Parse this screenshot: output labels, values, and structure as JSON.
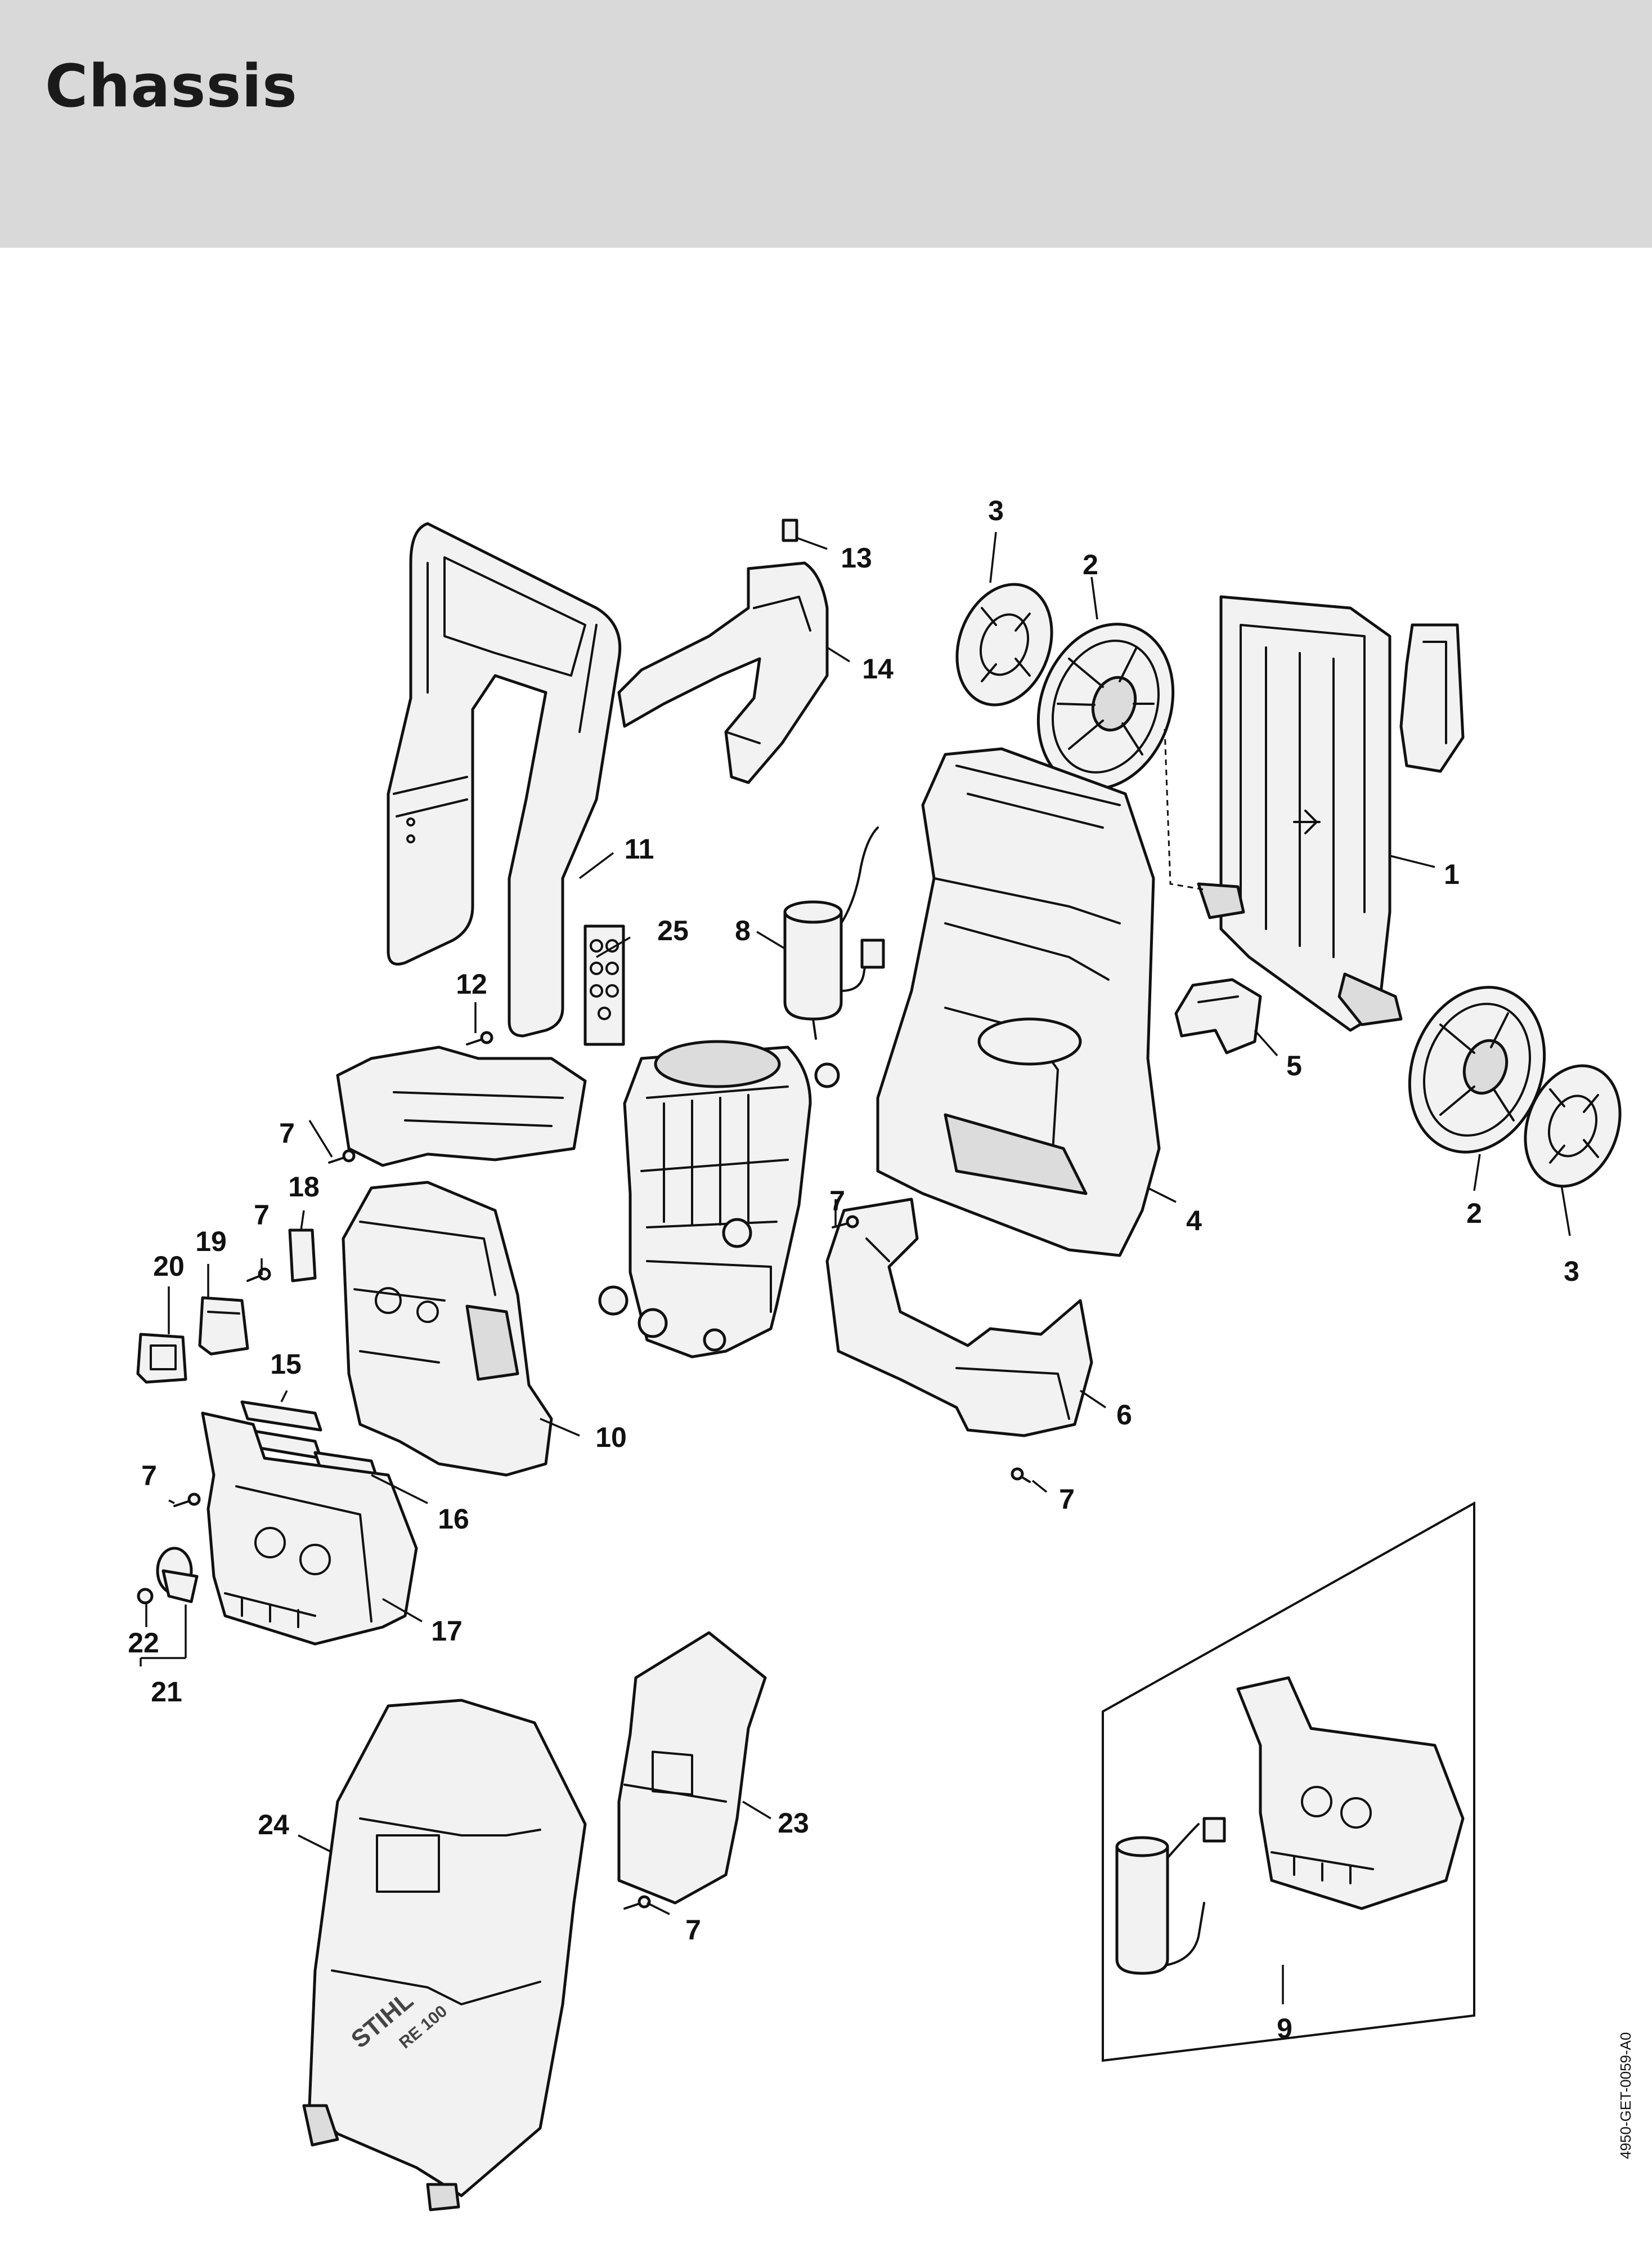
{
  "page": {
    "title": "Chassis",
    "doc_number": "4950-GET-0059-A0"
  },
  "diagram": {
    "callouts": [
      {
        "id": "c1",
        "label": "1"
      },
      {
        "id": "c2a",
        "label": "2"
      },
      {
        "id": "c2b",
        "label": "2"
      },
      {
        "id": "c3a",
        "label": "3"
      },
      {
        "id": "c3b",
        "label": "3"
      },
      {
        "id": "c4",
        "label": "4"
      },
      {
        "id": "c5",
        "label": "5"
      },
      {
        "id": "c6",
        "label": "6"
      },
      {
        "id": "c7a",
        "label": "7"
      },
      {
        "id": "c7b",
        "label": "7"
      },
      {
        "id": "c7c",
        "label": "7"
      },
      {
        "id": "c7d",
        "label": "7"
      },
      {
        "id": "c7e",
        "label": "7"
      },
      {
        "id": "c7f",
        "label": "7"
      },
      {
        "id": "c8",
        "label": "8"
      },
      {
        "id": "c9",
        "label": "9"
      },
      {
        "id": "c10",
        "label": "10"
      },
      {
        "id": "c11",
        "label": "11"
      },
      {
        "id": "c12",
        "label": "12"
      },
      {
        "id": "c13",
        "label": "13"
      },
      {
        "id": "c14",
        "label": "14"
      },
      {
        "id": "c15",
        "label": "15"
      },
      {
        "id": "c16",
        "label": "16"
      },
      {
        "id": "c17",
        "label": "17"
      },
      {
        "id": "c18",
        "label": "18"
      },
      {
        "id": "c19",
        "label": "19"
      },
      {
        "id": "c20",
        "label": "20"
      },
      {
        "id": "c21",
        "label": "21"
      },
      {
        "id": "c22",
        "label": "22"
      },
      {
        "id": "c23",
        "label": "23"
      },
      {
        "id": "c24",
        "label": "24"
      },
      {
        "id": "c25",
        "label": "25"
      }
    ],
    "brand_logo": "STIHL",
    "model_logo": "RE 100"
  }
}
